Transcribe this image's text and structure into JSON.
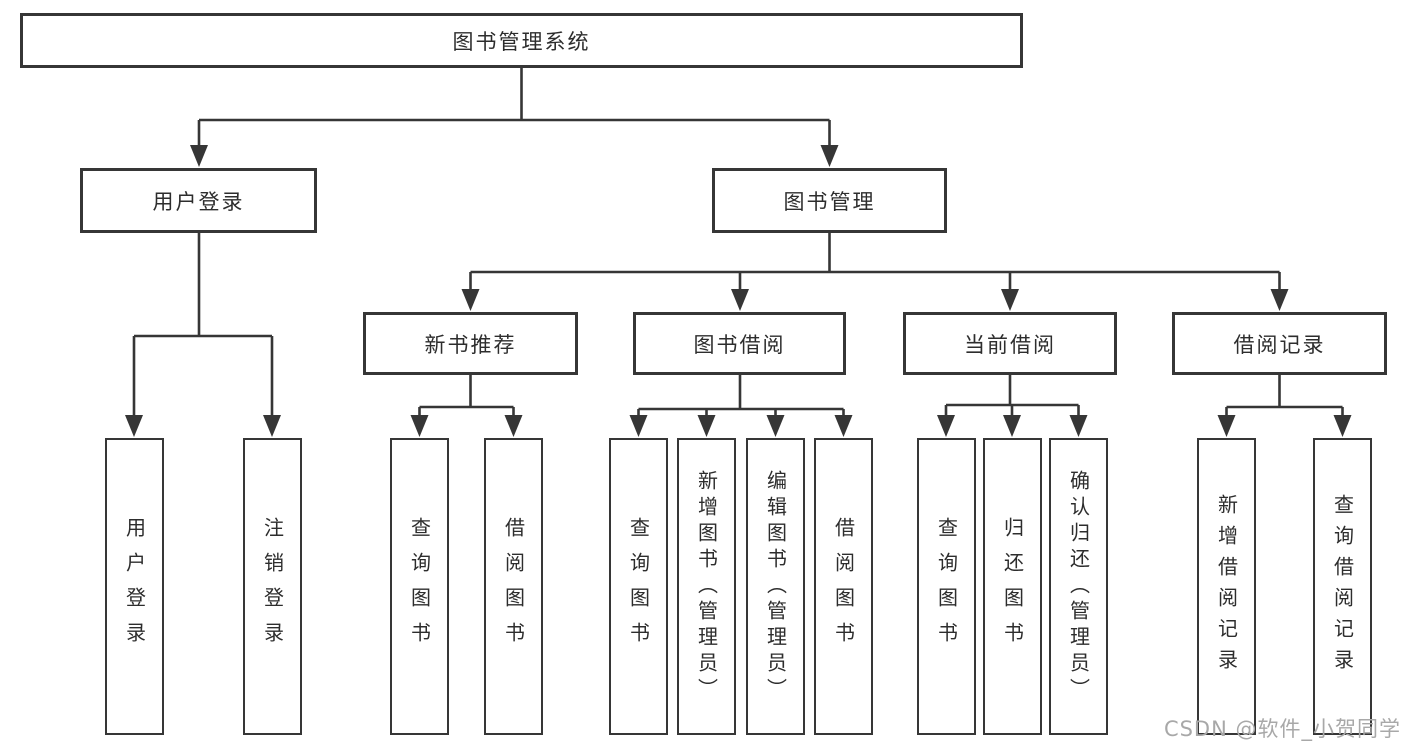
{
  "tree": {
    "root": {
      "label": "图书管理系统"
    },
    "branches": [
      {
        "label": "用户登录",
        "children": [
          "用户登录",
          "注销登录"
        ]
      },
      {
        "label": "图书管理",
        "sections": [
          {
            "label": "新书推荐",
            "children": [
              "查询图书",
              "借阅图书"
            ]
          },
          {
            "label": "图书借阅",
            "children": [
              "查询图书",
              "新增图书（管理员）",
              "编辑图书（管理员）",
              "借阅图书"
            ]
          },
          {
            "label": "当前借阅",
            "children": [
              "查询图书",
              "归还图书",
              "确认归还（管理员）"
            ]
          },
          {
            "label": "借阅记录",
            "children": [
              "新增借阅记录",
              "查询借阅记录"
            ]
          }
        ]
      }
    ]
  },
  "watermark": {
    "text": "CSDN @软件_小贺同学"
  },
  "colors": {
    "line": "#363636",
    "text": "#2d2d2d",
    "watermark": "#a8a8a8",
    "background": "#ffffff"
  }
}
